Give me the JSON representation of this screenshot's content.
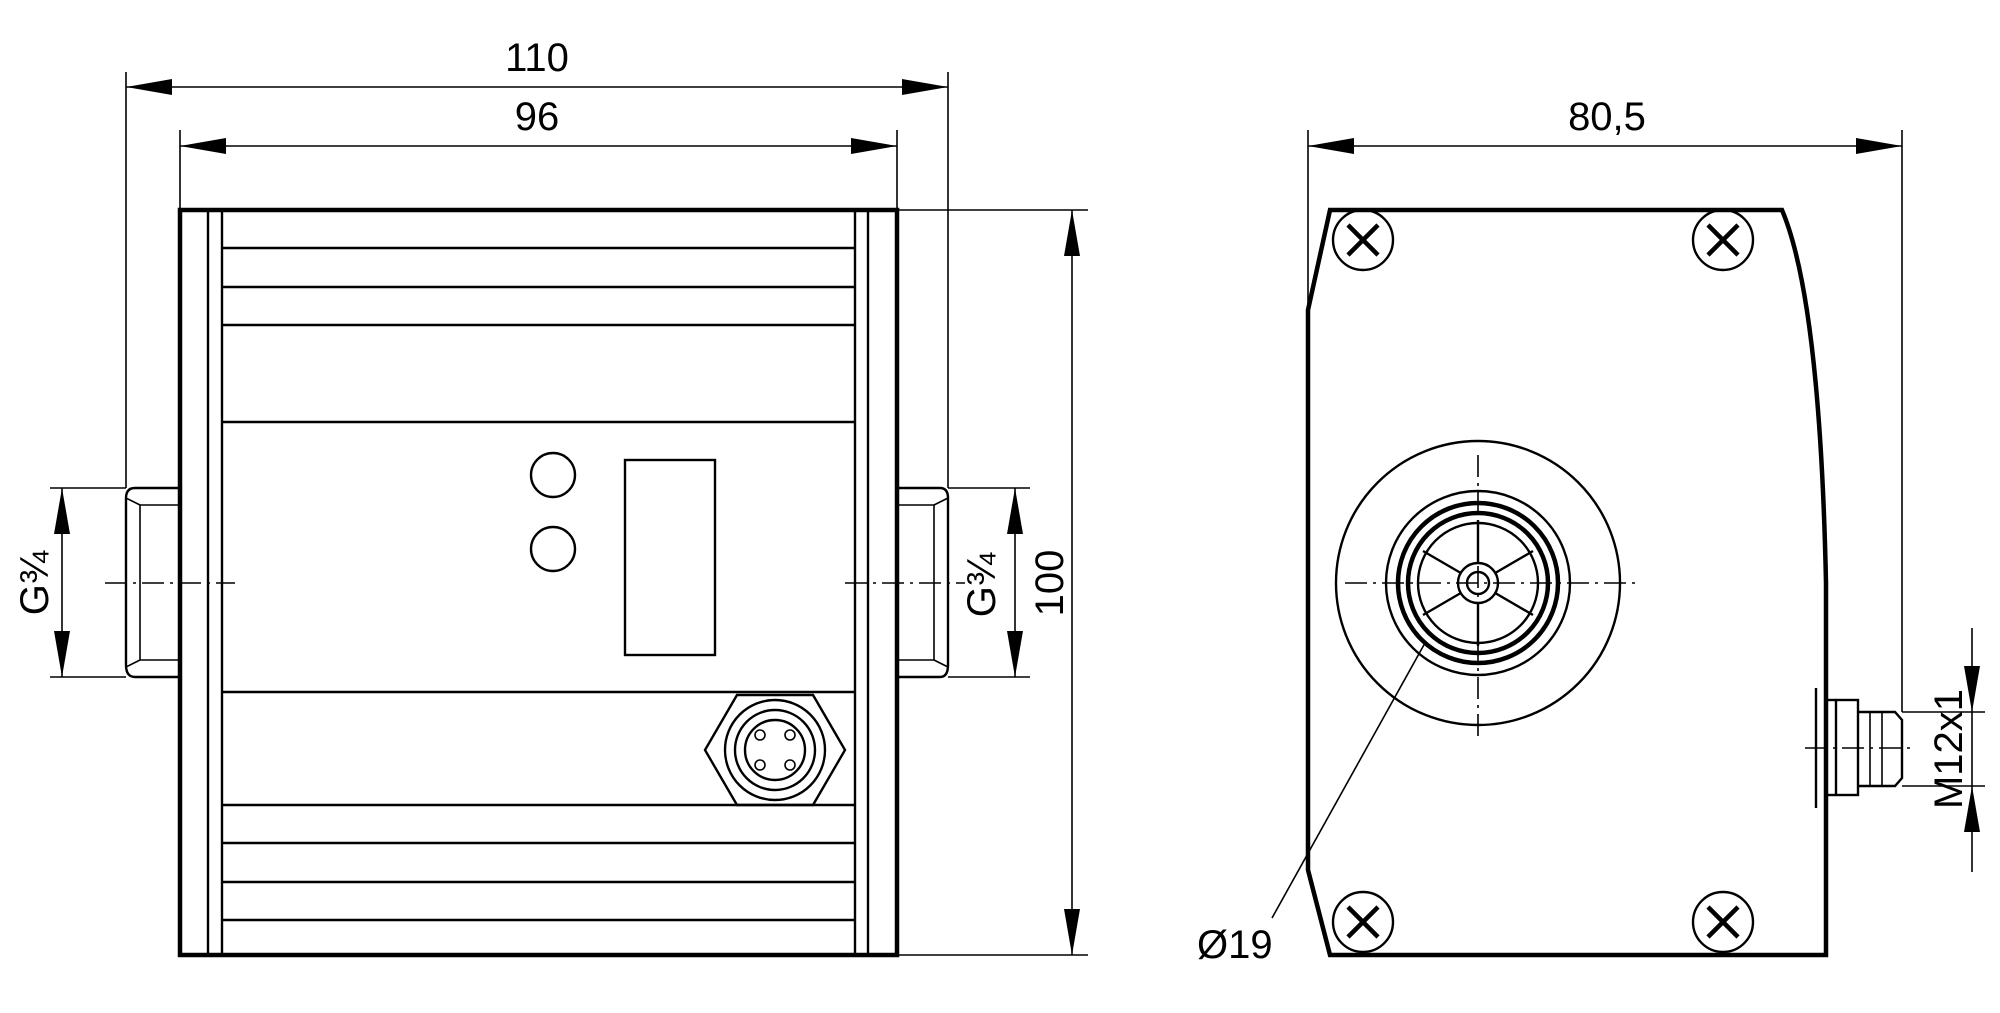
{
  "dimensions": {
    "overall_width": "110",
    "body_width": "96",
    "height": "100",
    "side_width": "80,5",
    "thread_left": "G¾",
    "thread_right": "G¾",
    "bore_diameter": "Ø19",
    "connector_thread": "M12x1"
  }
}
